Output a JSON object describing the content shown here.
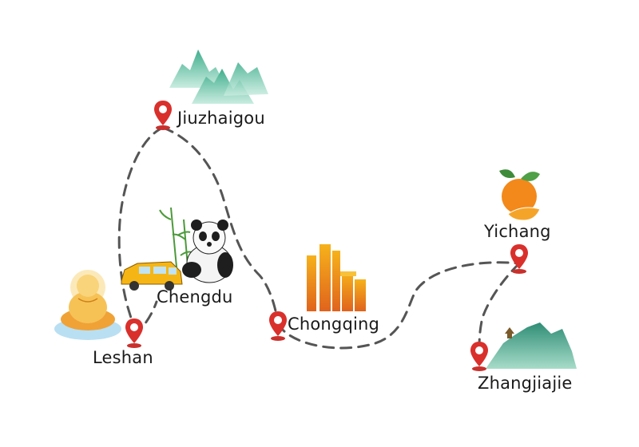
{
  "map": {
    "route_color": "#555555",
    "pin_color": "#d9302c",
    "stops": [
      {
        "id": "jiuzhaigou",
        "name": "Jiuzhaigou",
        "illustration": "green-mountains"
      },
      {
        "id": "chengdu",
        "name": "Chengdu",
        "illustration": "panda-and-car"
      },
      {
        "id": "leshan",
        "name": "Leshan",
        "illustration": "golden-buddha"
      },
      {
        "id": "chongqing",
        "name": "Chongqing",
        "illustration": "orange-towers"
      },
      {
        "id": "yichang",
        "name": "Yichang",
        "illustration": "orange-fruit"
      },
      {
        "id": "zhangjiajie",
        "name": "Zhangjiajie",
        "illustration": "mountain-pavilion"
      }
    ]
  }
}
